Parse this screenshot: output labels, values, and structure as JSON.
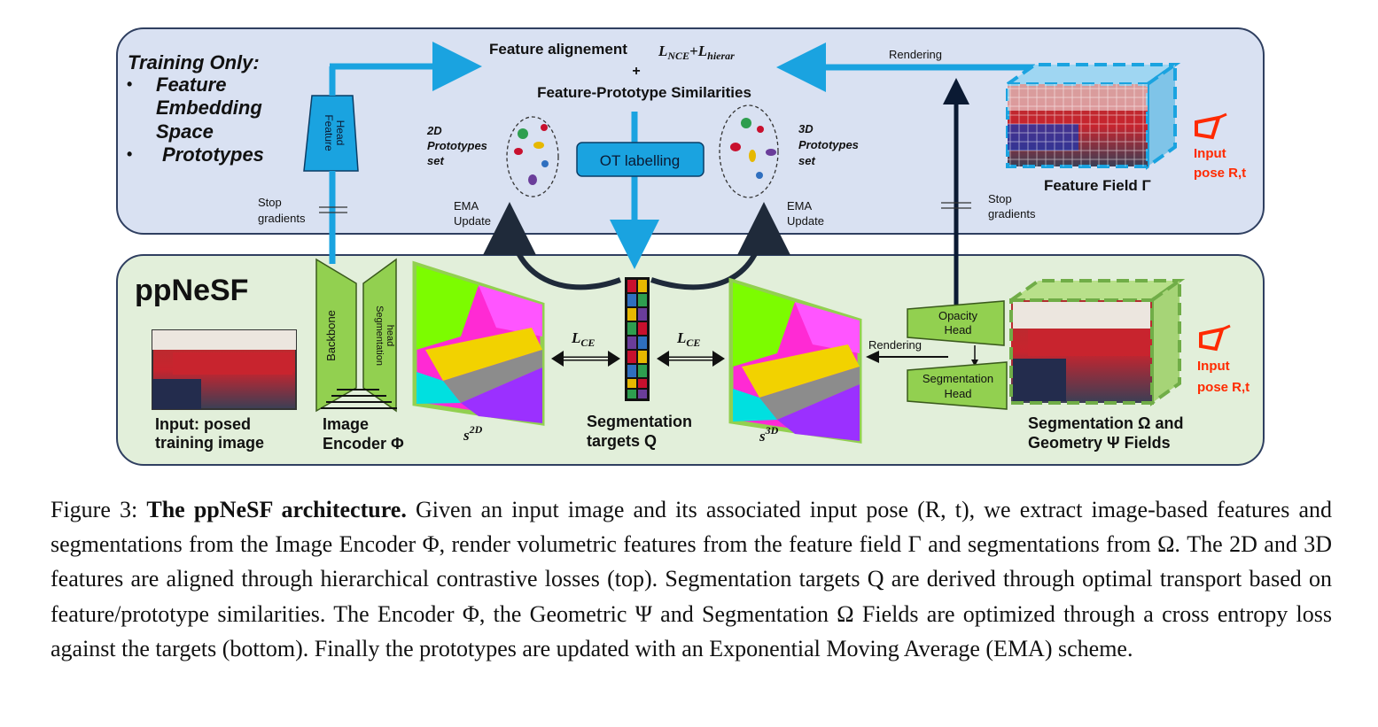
{
  "top_panel": {
    "training_only": "Training Only:",
    "bullets": [
      "Feature",
      "Embedding",
      "Space",
      "Prototypes"
    ],
    "feature_head": [
      "Feature",
      "Head"
    ],
    "stop_gradients_left": [
      "Stop",
      "gradients"
    ],
    "stop_gradients_right": [
      "Stop",
      "gradients"
    ],
    "alignment_title": "Feature alignement",
    "alignment_loss_1": "L",
    "alignment_loss_1_sub": "NCE",
    "alignment_plus": "+",
    "alignment_loss_2": "L",
    "alignment_loss_2_sub": "hierar",
    "plus_line": "+",
    "similarities": "Feature-Prototype Similarities",
    "proto_2d": [
      "2D",
      "Prototypes",
      "set"
    ],
    "proto_3d": [
      "3D",
      "Prototypes",
      "set"
    ],
    "ot_labelling": "OT labelling",
    "ema_left": [
      "EMA",
      "Update"
    ],
    "ema_right": [
      "EMA",
      "Update"
    ],
    "rendering_top": "Rendering",
    "feature_field": "Feature Field Γ",
    "input_pose_top": [
      "Input",
      "pose R,t"
    ]
  },
  "bottom_panel": {
    "title": "ppNeSF",
    "input_caption": [
      "Input: posed",
      "training image"
    ],
    "backbone": "Backbone",
    "seg_head": [
      "Segmentation",
      "head"
    ],
    "encoder": [
      "Image",
      "Encoder Φ"
    ],
    "s2d_base": "s",
    "s2d_sup": "2D",
    "s3d_base": "s",
    "s3d_sup": "3D",
    "lce_left": "L",
    "lce_left_sub": "CE",
    "lce_right": "L",
    "lce_right_sub": "CE",
    "targets": [
      "Segmentation",
      "targets Q"
    ],
    "rendering_bottom": "Rendering",
    "opacity_head": [
      "Opacity",
      "Head"
    ],
    "segmentation_head_r": [
      "Segmentation",
      "Head"
    ],
    "fields": [
      "Segmentation Ω and",
      "Geometry Ψ Fields"
    ],
    "input_pose_bottom": [
      "Input",
      "pose R,t"
    ]
  },
  "caption": {
    "label": "Figure 3:",
    "bold": "The ppNeSF architecture.",
    "text": "Given an input image and its associated input pose (R, t), we extract image-based features and segmentations from the Image Encoder Φ, render volumetric features from the feature field Γ and segmentations from Ω. The 2D and 3D features are aligned through hierarchical contrastive losses (top). Segmentation targets Q are derived through optimal transport based on feature/prototype similarities. The Encoder Φ, the Geometric Ψ and Segmentation Ω Fields are optimized through a cross entropy loss against the targets (bottom). Finally the prototypes are updated with an Exponential Moving Average (EMA) scheme."
  },
  "colors": {
    "top_panel": "#d9e1f2",
    "bottom_panel": "#e2efda",
    "blue": "#1aa3e0",
    "green": "#92d050",
    "green_dark": "#70ad47",
    "red": "#ff2a00",
    "navy": "#0b1a33"
  }
}
